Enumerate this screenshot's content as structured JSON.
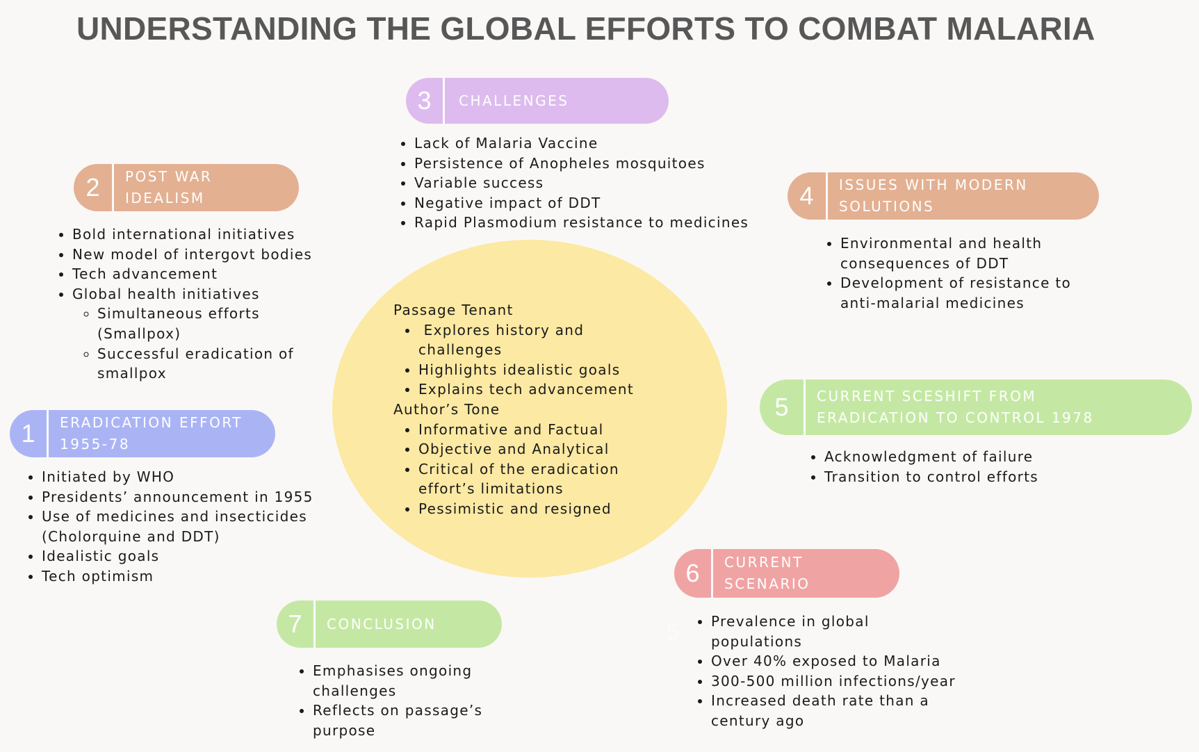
{
  "title": "UNDERSTANDING THE GLOBAL EFFORTS TO COMBAT MALARIA",
  "colors": {
    "background": "#faf8f6",
    "title": "#575757",
    "section1": "#aab4f5",
    "section2": "#e3b092",
    "section3": "#ddbbee",
    "section4": "#e3b092",
    "section5": "#c4e8a4",
    "section6": "#f0a3a3",
    "section7": "#c4e8a4",
    "center": "#fce9a3"
  },
  "sections": {
    "s1": {
      "number": "1",
      "label": "ERADICATION EFFORT\n1955-78",
      "bullets": [
        "Initiated by WHO",
        "Presidents’ announcement in 1955",
        "Use of medicines and insecticides (Cholorquine and DDT)",
        "Idealistic goals",
        "Tech optimism"
      ]
    },
    "s2": {
      "number": "2",
      "label": "POST WAR\nIDEALISM",
      "bullets": [
        "Bold international initiatives",
        "New model of intergovt bodies",
        "Tech advancement",
        "Global health initiatives"
      ],
      "sub_bullets": [
        "Simultaneous efforts (Smallpox)",
        "Successful eradication of smallpox"
      ]
    },
    "s3": {
      "number": "3",
      "label": "CHALLENGES",
      "bullets": [
        "Lack of Malaria Vaccine",
        "Persistence of Anopheles mosquitoes",
        "Variable success",
        "Negative impact of DDT",
        "Rapid Plasmodium resistance to medicines"
      ]
    },
    "s4": {
      "number": "4",
      "label": "ISSUES WITH MODERN\nSOLUTIONS",
      "bullets": [
        "Environmental and health consequences of DDT",
        "Development of resistance to anti-malarial medicines"
      ]
    },
    "s5": {
      "number": "5",
      "label": "CURRENT SCESHIFT FROM\nERADICATION TO CONTROL 1978",
      "bullets": [
        "Acknowledgment of failure",
        "Transition to control efforts"
      ]
    },
    "s6": {
      "number": "6",
      "label": "CURRENT\nSCENARIO",
      "bullets": [
        "Prevalence in global populations",
        "Over 40% exposed to Malaria",
        "300-500 million infections/year",
        "Increased death rate than a century ago"
      ]
    },
    "s7": {
      "number": "7",
      "label": "CONCLUSION",
      "bullets": [
        "Emphasises ongoing challenges",
        "Reflects on passage’s purpose"
      ]
    }
  },
  "center": {
    "tenant_heading": "Passage Tenant",
    "tenant_bullets": [
      " Explores history and challenges",
      "Highlights idealistic goals",
      "Explains tech advancement"
    ],
    "tone_heading": "Author’s Tone",
    "tone_bullets": [
      "Informative and Factual",
      "Objective and Analytical",
      "Critical of the eradication effort’s limitations",
      "Pessimistic and resigned"
    ]
  },
  "ghost_number": "5"
}
